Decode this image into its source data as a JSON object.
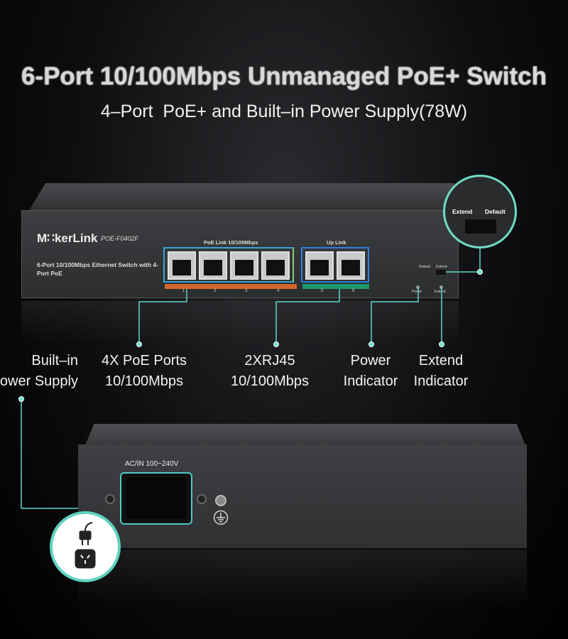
{
  "header": {
    "title": "6-Port 10/100Mbps Unmanaged PoE+ Switch",
    "subtitle": "4–Port  PoE+ and Built–in Power Supply(78W)"
  },
  "front_panel": {
    "brand": "M∷kerLink",
    "model": "POE-F0402F",
    "description": "6-Port 10/100Mbps Ethernet Switch with 4-Port PoE",
    "poe_group_label": "PoE Link 10/100Mbps",
    "uplink_group_label": "Up Link",
    "port_numbers": [
      "1",
      "2",
      "3",
      "4",
      "5",
      "6"
    ],
    "switch_labels": [
      "Default",
      "Extend"
    ],
    "led_labels": [
      "Power",
      "Extend"
    ]
  },
  "switch_callout": {
    "left": "Extend",
    "right": "Default"
  },
  "annotations": {
    "power_supply": [
      "Built–in",
      "Power Supply"
    ],
    "poe_ports": [
      "4X PoE Ports",
      "10/100Mbps"
    ],
    "rj45": [
      "2XRJ45",
      "10/100Mbps"
    ],
    "power_indicator": [
      "Power",
      "Indicator"
    ],
    "extend_indicator": [
      "Extend",
      "Indicator"
    ]
  },
  "rear_panel": {
    "ac_label": "AC/IN 100~240V"
  },
  "colors": {
    "accent": "#6fdcc6",
    "poe_bar": "#d2642e",
    "uplink_bar": "#1a9a6a",
    "port_frame": "#36a6d8"
  }
}
